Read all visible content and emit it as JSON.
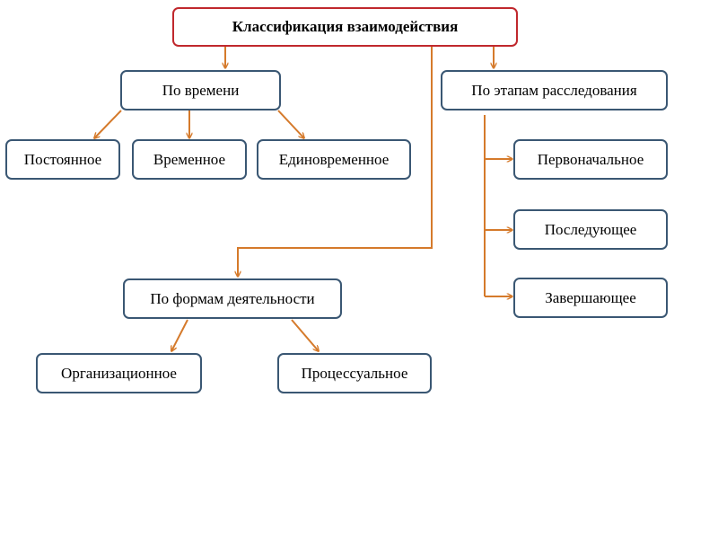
{
  "colors": {
    "connector": "#d57a2b",
    "node_border": "#3a5773",
    "root_border": "#c0282d"
  },
  "root": {
    "label": "Классификация взаимодействия"
  },
  "by_time": {
    "label": "По времени",
    "children": [
      "Постоянное",
      "Временное",
      "Единовременное"
    ]
  },
  "by_stages": {
    "label": "По этапам расследования",
    "children": [
      "Первоначальное",
      "Последующее",
      "Завершающее"
    ]
  },
  "by_forms": {
    "label": "По формам деятельности",
    "children": [
      "Организационное",
      "Процессуальное"
    ]
  }
}
